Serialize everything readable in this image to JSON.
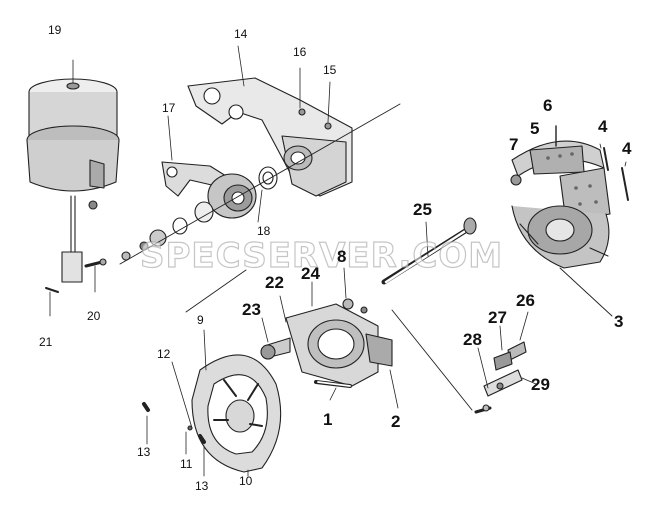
{
  "watermark": "SPECSERVER.COM",
  "colors": {
    "line": "#222222",
    "shade": "#c8c8c8",
    "dark": "#8a8a8a",
    "watermark": "#9a9a9a"
  },
  "callouts": {
    "c19": "19",
    "c14": "14",
    "c16": "16",
    "c15": "15",
    "c17": "17",
    "c18": "18",
    "c21": "21",
    "c20": "20",
    "c6": "6",
    "c5": "5",
    "c7": "7",
    "c4a": "4",
    "c4b": "4",
    "c25": "25",
    "c3": "3",
    "c22": "22",
    "c24": "24",
    "c8": "8",
    "c23": "23",
    "c9": "9",
    "c12": "12",
    "c26": "26",
    "c27": "27",
    "c28": "28",
    "c29": "29",
    "c1": "1",
    "c2": "2",
    "c13a": "13",
    "c11": "11",
    "c13b": "13",
    "c10": "10"
  }
}
